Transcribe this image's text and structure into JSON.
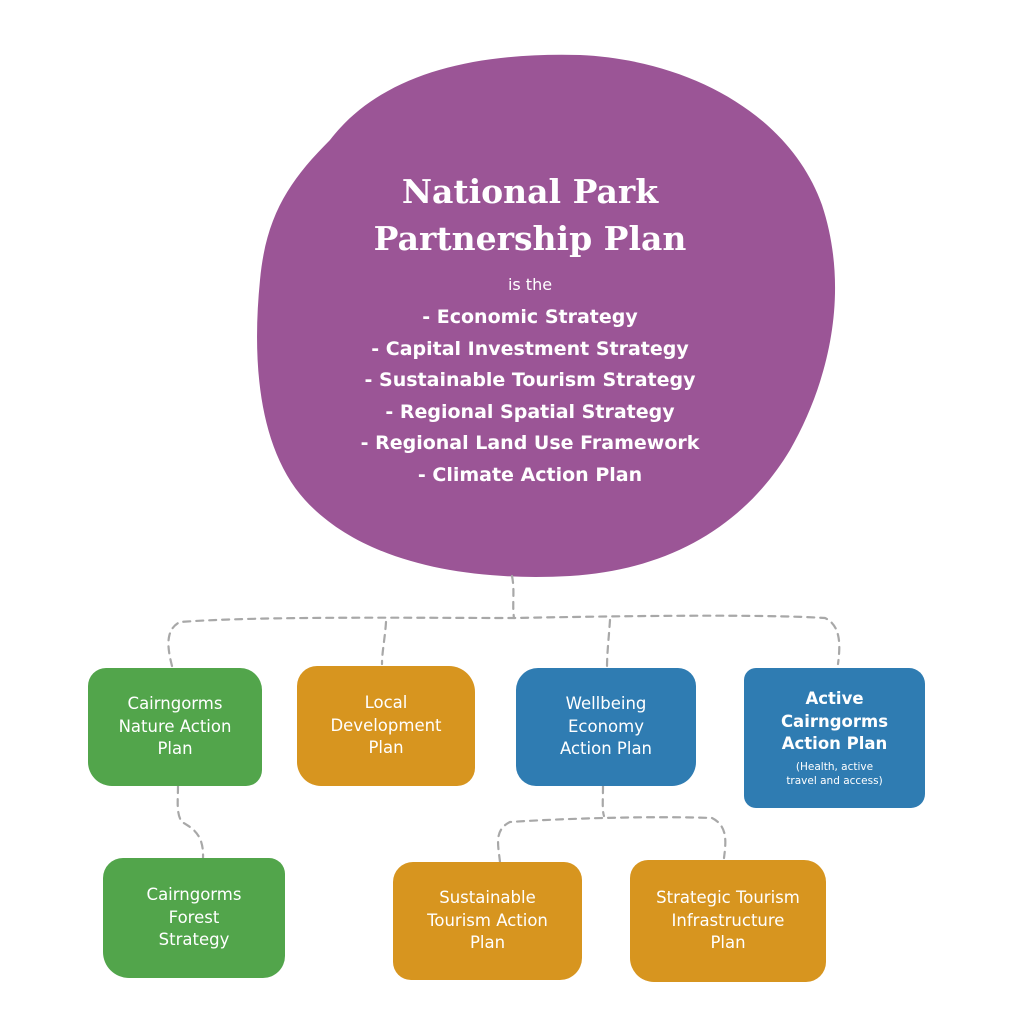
{
  "hub": {
    "title_lines": [
      "National Park",
      "Partnership Plan"
    ],
    "subtitle": "is the",
    "items": [
      "- Economic Strategy",
      "- Capital Investment Strategy",
      "- Sustainable Tourism Strategy",
      "- Regional Spatial Strategy",
      "- Regional Land Use Framework",
      "- Climate Action Plan"
    ],
    "color": "#9b5596"
  },
  "nodes": {
    "nature": {
      "lines": [
        "Cairngorms",
        "Nature Action",
        "Plan"
      ],
      "color": "#52a54b"
    },
    "local": {
      "lines": [
        "Local",
        "Development",
        "Plan"
      ],
      "color": "#d7951f"
    },
    "wellbeing": {
      "lines": [
        "Wellbeing",
        "Economy",
        "Action Plan"
      ],
      "color": "#2f7cb2"
    },
    "active": {
      "lines": [
        "Active",
        "Cairngorms",
        "Action Plan"
      ],
      "note_lines": [
        "(Health, active",
        "travel and access)"
      ],
      "color": "#2f7cb2"
    },
    "forest": {
      "lines": [
        "Cairngorms",
        "Forest",
        "Strategy"
      ],
      "color": "#52a54b"
    },
    "tourism_action": {
      "lines": [
        "Sustainable",
        "Tourism Action",
        "Plan"
      ],
      "color": "#d7951f"
    },
    "tourism_infra": {
      "lines": [
        "Strategic Tourism",
        "Infrastructure",
        "Plan"
      ],
      "color": "#d7951f"
    }
  },
  "connector_color": "#a8a8a8"
}
